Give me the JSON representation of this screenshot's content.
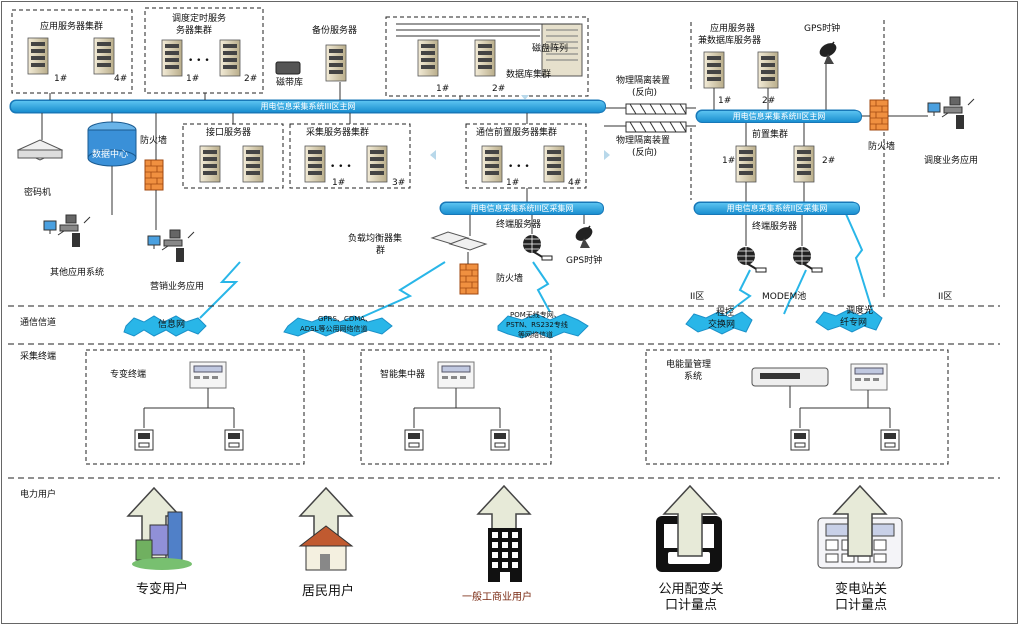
{
  "labels": {
    "app_server_cluster": "应用服务器集群",
    "dispatch_server_cluster_l1": "调度定时服务",
    "dispatch_server_cluster_l2": "务器集群",
    "backup_server": "备份服务器",
    "disk_array": "磁盘阵列",
    "database_cluster": "数据库集群",
    "tape_library": "磁带库",
    "data_center": "数据中心",
    "firewall_left": "防火墙",
    "crypto_machine": "密码机",
    "other_app_system": "其他应用系统",
    "marketing_app": "营销业务应用",
    "interface_server": "接口服务器",
    "collect_server_cluster": "采集服务器集群",
    "comm_front_cluster": "通信前置服务器集群",
    "load_balancer_l1": "负载均衡器集",
    "load_balancer_l2": "群",
    "terminal_server_left": "终端服务器",
    "firewall_mid": "防火墙",
    "gps_clock_mid": "GPS时钟",
    "phys_isolation_1_l1": "物理隔离装置",
    "phys_isolation_1_l2": "(反向)",
    "phys_isolation_2_l1": "物理隔离装置",
    "phys_isolation_2_l2": "(反向)",
    "app_db_cluster_l1": "应用服务器",
    "app_db_cluster_l2": "兼数据库服务器",
    "gps_clock_right": "GPS时钟",
    "front_cluster": "前置集群",
    "firewall_right": "防火墙",
    "dispatch_app": "调度业务应用",
    "terminal_server_right": "终端服务器",
    "zone_ii_left": "II区",
    "modem_pool": "MODEM池",
    "zone_ii_right": "II区",
    "n1": "1#",
    "n4": "4#",
    "n2": "2#",
    "n3": "3#",
    "dots": "• • •"
  },
  "buses": {
    "main_iii": "用电信息采集系统III区主网",
    "collect_iii": "用电信息采集系统III区采集网",
    "main_ii": "用电信息采集系统II区主网",
    "collect_ii": "用电信息采集系统II区采集网"
  },
  "sections": {
    "channel": "通信信道",
    "terminal": "采集终端",
    "power_users": "电力用户"
  },
  "networks": {
    "info_net": "信息网",
    "public_net_l1": "GPRS、CDMA、",
    "public_net_l2": "ADSL等公用网络信道",
    "private_net_l1": "POM无线专网、",
    "private_net_l2": "PSTN、RS232专线",
    "private_net_l3": "等网络信道",
    "exchange_l1": "程控",
    "exchange_l2": "交换网",
    "fiber_l1": "调度光",
    "fiber_l2": "纤专网"
  },
  "terminals": {
    "special_transformer": "专变终端",
    "smart_concentrator": "智能集中器",
    "energy_mgmt_l1": "电能量管理",
    "energy_mgmt_l2": "系统"
  },
  "users": {
    "special_transformer_user": "专变用户",
    "resident_user": "居民用户",
    "commercial_user": "一般工商业用户",
    "public_dist_l1": "公用配变关",
    "public_dist_l2": "口计量点",
    "substation_l1": "变电站关",
    "substation_l2": "口计量点"
  },
  "colors": {
    "bus_blue": "#1a8fd0",
    "network_cyan": "#29b6e8",
    "firewall_orange": "#e8762a",
    "commercial_text": "#7a2a12"
  }
}
